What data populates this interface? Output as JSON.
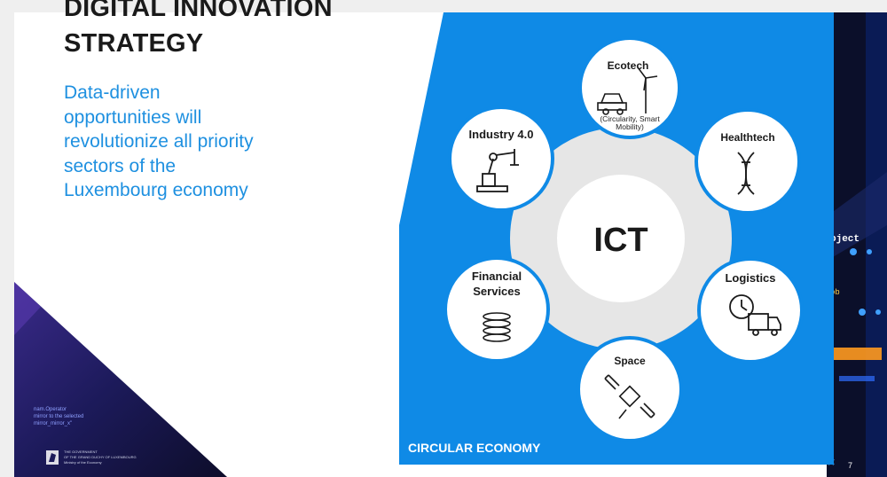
{
  "slide": {
    "title_line1": "DIGITAL INNOVATION",
    "title_line2": "STRATEGY",
    "subtitle_lines": [
      "Data-driven",
      "opportunities will",
      "revolutionize all priority",
      "sectors of the",
      "Luxembourg economy"
    ],
    "page_number": "7"
  },
  "diagram": {
    "center": "ICT",
    "footer": "CIRCULAR ECONOMY",
    "nodes": {
      "ecotech": {
        "label": "Ecotech",
        "note_line1": "(Circularity, Smart",
        "note_line2": "Mobility)",
        "icon": "car-wind-turbine-icon"
      },
      "healthtech": {
        "label": "Healthtech",
        "icon": "dna-icon"
      },
      "logistics": {
        "label": "Logistics",
        "icon": "clock-truck-icon"
      },
      "space": {
        "label": "Space",
        "icon": "satellite-icon"
      },
      "financial": {
        "label_line1": "Financial",
        "label_line2": "Services",
        "icon": "coins-icon"
      },
      "industry": {
        "label": "Industry 4.0",
        "icon": "robot-arm-icon"
      }
    }
  },
  "colors": {
    "accent_blue": "#1e90e0",
    "diagram_blue": "#0f8ae6",
    "ring_gray": "#e6e6e6",
    "title_text": "#1a1a1a"
  }
}
